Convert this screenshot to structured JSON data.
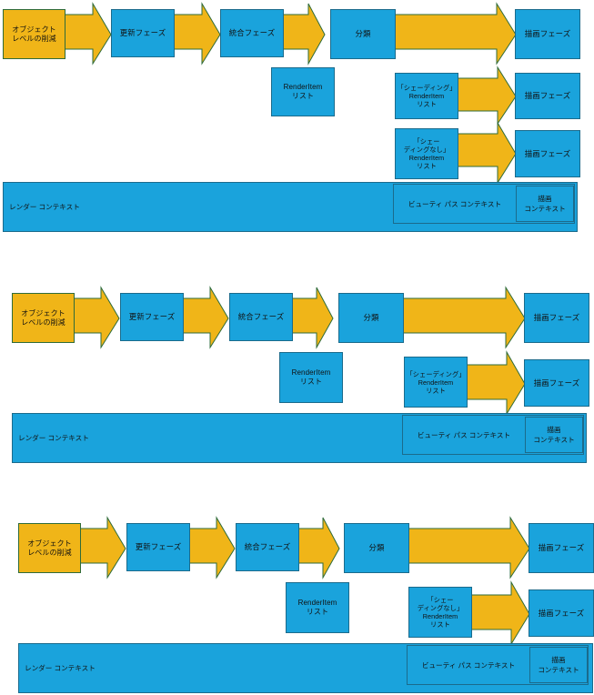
{
  "palette": {
    "blue_fill": "#1AA3DC",
    "blue_stroke": "#1B6B8C",
    "gold_fill": "#F0B518",
    "gold_stroke": "#2F6B3A",
    "text": "#111111",
    "background": "#FFFFFF"
  },
  "labels": {
    "object_level_reduction": "オブジェクト\nレベルの削減",
    "update_phase": "更新フェーズ",
    "integration_phase": "統合フェーズ",
    "classification": "分類",
    "draw_phase": "描画フェーズ",
    "renderitem_list": "RenderItem\nリスト",
    "shading_renderitem_list": "「シェーディング」\nRenderItem\nリスト",
    "no_shading_renderitem_list": "「シェー\nディングなし」\nRenderItem\nリスト",
    "render_context": "レンダー コンテキスト",
    "beauty_pass_context": "ビューティ パス コンテキスト",
    "draw_context": "描画\nコンテキスト"
  },
  "diagrams": [
    {
      "id": "diagram-1",
      "name": "full-pipeline-both-branches",
      "nodes": [
        {
          "name": "object-level-reduction-box",
          "label_key": "object_level_reduction",
          "fill": "gold"
        },
        {
          "name": "update-phase-box",
          "label_key": "update_phase",
          "fill": "blue"
        },
        {
          "name": "integration-phase-box",
          "label_key": "integration_phase",
          "fill": "blue"
        },
        {
          "name": "classification-box",
          "label_key": "classification",
          "fill": "blue"
        },
        {
          "name": "draw-phase-box-main",
          "label_key": "draw_phase",
          "fill": "blue"
        },
        {
          "name": "renderitem-list-box",
          "label_key": "renderitem_list",
          "fill": "blue"
        },
        {
          "name": "shading-renderitem-list-box",
          "label_key": "shading_renderitem_list",
          "fill": "blue"
        },
        {
          "name": "draw-phase-box-shading",
          "label_key": "draw_phase",
          "fill": "blue"
        },
        {
          "name": "no-shading-renderitem-list-box",
          "label_key": "no_shading_renderitem_list",
          "fill": "blue"
        },
        {
          "name": "draw-phase-box-no-shading",
          "label_key": "draw_phase",
          "fill": "blue"
        }
      ],
      "contexts": [
        {
          "name": "render-context-bar",
          "label_key": "render_context"
        },
        {
          "name": "beauty-pass-context-bar",
          "label_key": "beauty_pass_context"
        },
        {
          "name": "draw-context-bar",
          "label_key": "draw_context"
        }
      ],
      "arrow_count": 7
    },
    {
      "id": "diagram-2",
      "name": "pipeline-shading-branch-only",
      "nodes": [
        {
          "name": "object-level-reduction-box",
          "label_key": "object_level_reduction",
          "fill": "gold"
        },
        {
          "name": "update-phase-box",
          "label_key": "update_phase",
          "fill": "blue"
        },
        {
          "name": "integration-phase-box",
          "label_key": "integration_phase",
          "fill": "blue"
        },
        {
          "name": "classification-box",
          "label_key": "classification",
          "fill": "blue"
        },
        {
          "name": "draw-phase-box-main",
          "label_key": "draw_phase",
          "fill": "blue"
        },
        {
          "name": "renderitem-list-box",
          "label_key": "renderitem_list",
          "fill": "blue"
        },
        {
          "name": "shading-renderitem-list-box",
          "label_key": "shading_renderitem_list",
          "fill": "blue"
        },
        {
          "name": "draw-phase-box-shading",
          "label_key": "draw_phase",
          "fill": "blue"
        }
      ],
      "contexts": [
        {
          "name": "render-context-bar",
          "label_key": "render_context"
        },
        {
          "name": "beauty-pass-context-bar",
          "label_key": "beauty_pass_context"
        },
        {
          "name": "draw-context-bar",
          "label_key": "draw_context"
        }
      ],
      "arrow_count": 6
    },
    {
      "id": "diagram-3",
      "name": "pipeline-no-shading-branch-only",
      "nodes": [
        {
          "name": "object-level-reduction-box",
          "label_key": "object_level_reduction",
          "fill": "gold"
        },
        {
          "name": "update-phase-box",
          "label_key": "update_phase",
          "fill": "blue"
        },
        {
          "name": "integration-phase-box",
          "label_key": "integration_phase",
          "fill": "blue"
        },
        {
          "name": "classification-box",
          "label_key": "classification",
          "fill": "blue"
        },
        {
          "name": "draw-phase-box-main",
          "label_key": "draw_phase",
          "fill": "blue"
        },
        {
          "name": "renderitem-list-box",
          "label_key": "renderitem_list",
          "fill": "blue"
        },
        {
          "name": "no-shading-renderitem-list-box",
          "label_key": "no_shading_renderitem_list",
          "fill": "blue"
        },
        {
          "name": "draw-phase-box-no-shading",
          "label_key": "draw_phase",
          "fill": "blue"
        }
      ],
      "contexts": [
        {
          "name": "render-context-bar",
          "label_key": "render_context"
        },
        {
          "name": "beauty-pass-context-bar",
          "label_key": "beauty_pass_context"
        },
        {
          "name": "draw-context-bar",
          "label_key": "draw_context"
        }
      ],
      "arrow_count": 6
    }
  ]
}
